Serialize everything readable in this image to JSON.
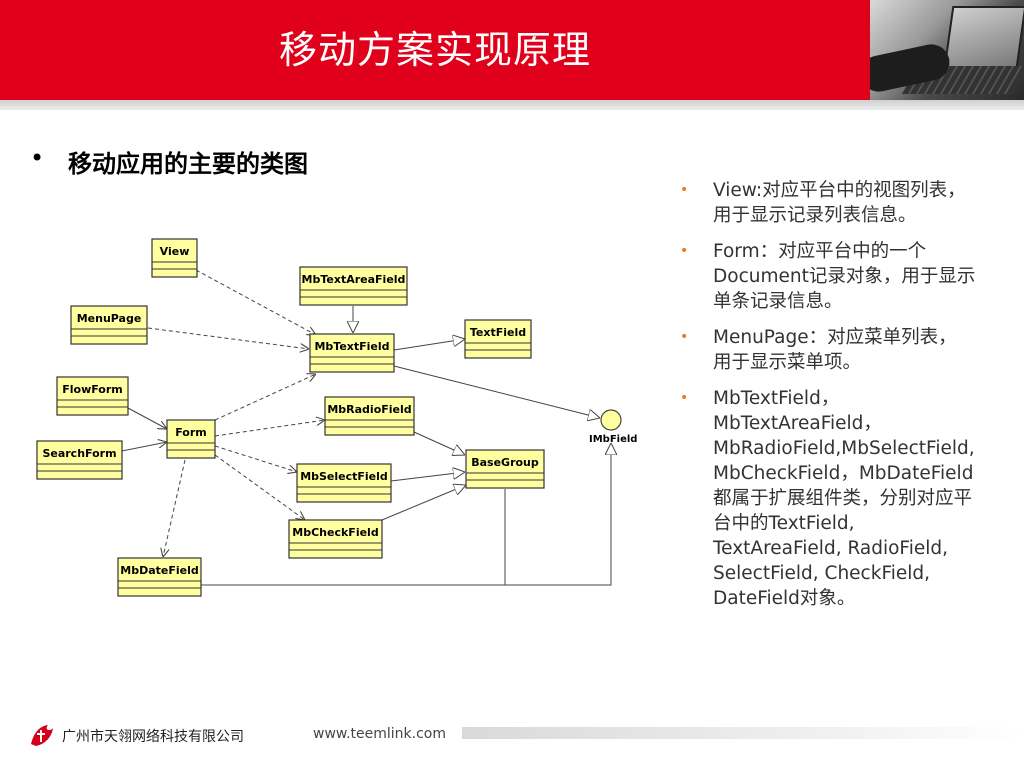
{
  "header": {
    "title": "移动方案实现原理",
    "accent_color": "#e0001b"
  },
  "main": {
    "bullet": "移动应用的主要的类图"
  },
  "diagram": {
    "classes": {
      "view": "View",
      "menu_page": "MenuPage",
      "flow_form": "FlowForm",
      "search_form": "SearchForm",
      "form": "Form",
      "mb_text_area_field": "MbTextAreaField",
      "mb_text_field": "MbTextField",
      "text_field": "TextField",
      "mb_radio_field": "MbRadioField",
      "mb_select_field": "MbSelectField",
      "mb_check_field": "MbCheckField",
      "base_group": "BaseGroup",
      "mb_date_field": "MbDateField"
    },
    "interface": "IMbField",
    "class_fill": "#ffffa0"
  },
  "notes": [
    {
      "text": "View:对应平台中的视图列表，\n用于显示记录列表信息。"
    },
    {
      "text": "Form：对应平台中的一个\nDocument记录对象，用于显示\n单条记录信息。"
    },
    {
      "text": "MenuPage：对应菜单列表，\n用于显示菜单项。"
    },
    {
      "text": "MbTextField，\nMbTextAreaField，\nMbRadioField,MbSelectField,\nMbCheckField，MbDateField\n都属于扩展组件类，分别对应平\n台中的TextField,\nTextAreaField, RadioField,\nSelectField, CheckField,\nDateField对象。"
    }
  ],
  "footer": {
    "company": "广州市天翎网络科技有限公司",
    "url": "www.teemlink.com"
  }
}
